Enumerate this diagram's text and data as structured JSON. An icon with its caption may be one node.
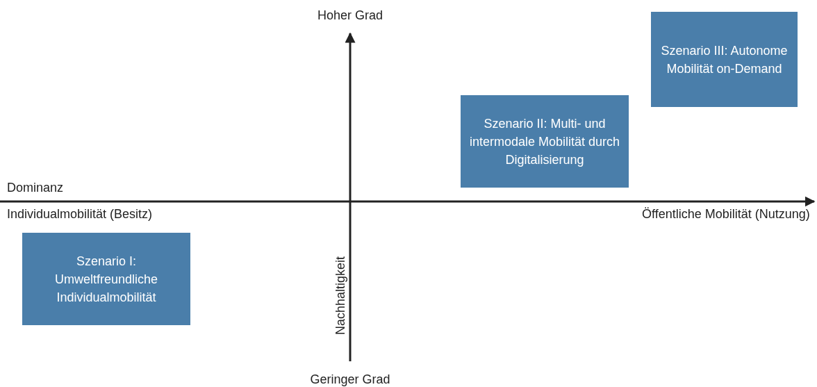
{
  "diagram": {
    "nodes": [
      {
        "text": [
          "Szenario III: Autonome Mobilität on-Demand"
        ]
      },
      {
        "text": [
          "Szenario II: Multi- und intermodale Mobilität durch Digitalisierung"
        ]
      },
      {
        "text": [
          "Szenario I: Umweltfreundliche Individualmobilität"
        ]
      }
    ],
    "labels": [
      "Hoher Grad",
      "Dominanz",
      "Individualmobilität (Besitz)",
      "Öffentliche Mobilität (Nutzung)",
      "Nachhaltigkeit",
      "Geringer Grad"
    ]
  }
}
